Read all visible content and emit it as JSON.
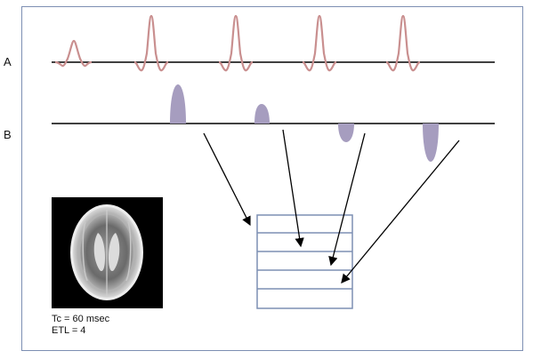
{
  "labels": {
    "row_a": "A",
    "row_b": "B"
  },
  "caption": {
    "tc": "Tc = 60 msec",
    "etl": "ETL = 4"
  },
  "colors": {
    "rf_pulse": "#c98f8f",
    "gradient_lobe": "#a69dbf",
    "kspace_grid": "#7d8fb3",
    "border": "#7d8fb3",
    "line": "#000000"
  }
}
